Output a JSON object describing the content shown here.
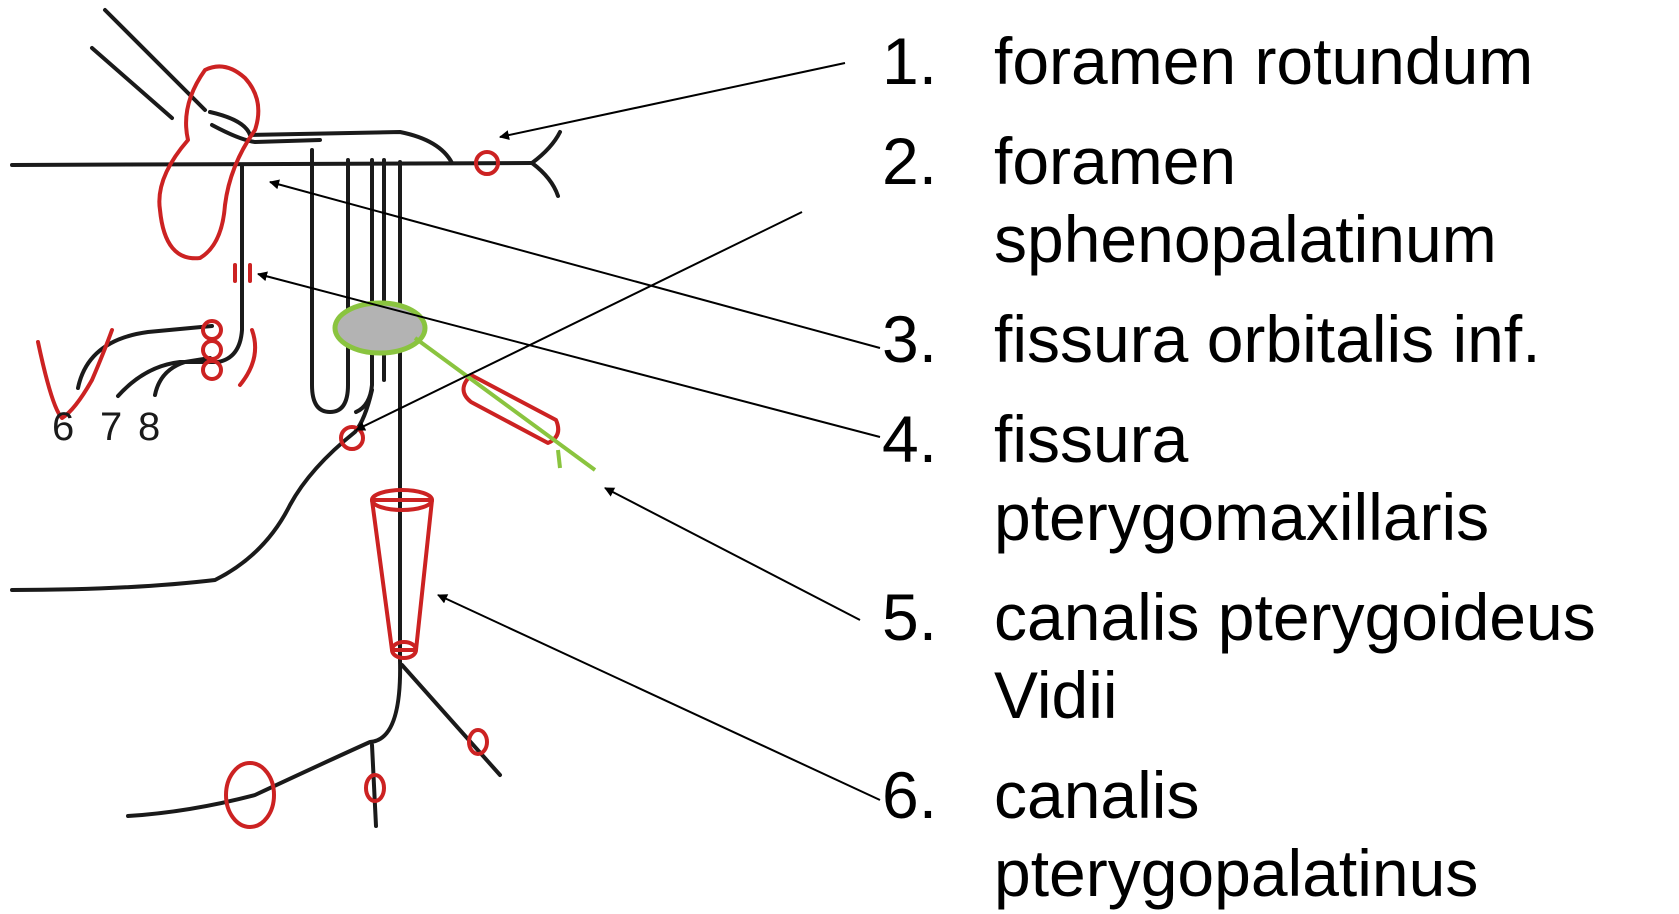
{
  "legend": [
    {
      "number": "1.",
      "lines": [
        "foramen rotundum"
      ]
    },
    {
      "number": "2.",
      "lines": [
        "foramen",
        "sphenopalatinum"
      ]
    },
    {
      "number": "3.",
      "lines": [
        "fissura orbitalis inf."
      ]
    },
    {
      "number": "4.",
      "lines": [
        "fissura",
        "pterygomaxillaris"
      ]
    },
    {
      "number": "5.",
      "lines": [
        "canalis pterygoideus",
        "Vidii"
      ]
    },
    {
      "number": "6.",
      "lines": [
        "canalis",
        "pterygopalatinus"
      ]
    }
  ],
  "nerve_labels": [
    "6",
    "7",
    "8"
  ],
  "colors": {
    "outline": "#1a1a1a",
    "foramen_marks": "#cc2222",
    "pterygoid_canal": "#8ac43f",
    "ganglion_fill": "#b3b3b3"
  }
}
